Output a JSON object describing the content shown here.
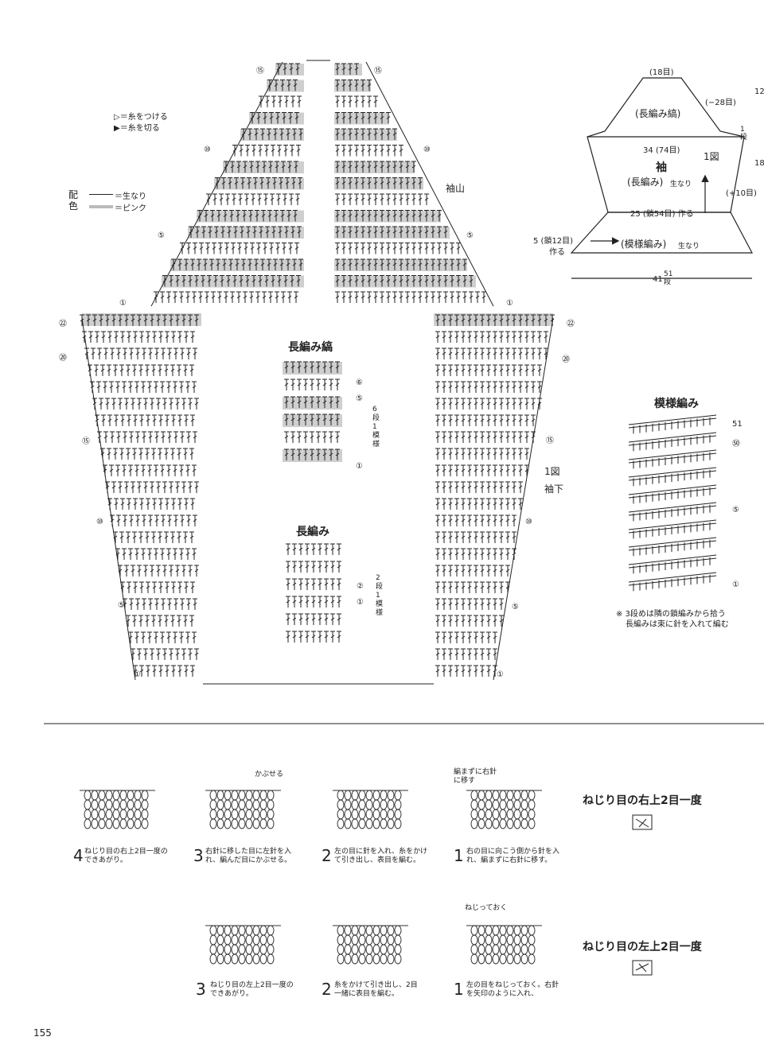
{
  "legend": {
    "attach": "▷＝糸をつける",
    "cut": "▶＝糸を切る",
    "color_label": "配色",
    "natural": "＝生なり",
    "pink": "＝ピンク"
  },
  "chart": {
    "sleeve_cap": "袖山",
    "fig": "1図",
    "underarm": "袖下",
    "rows": {
      "r1": "①",
      "r5": "⑤",
      "r10": "⑩",
      "r15": "⑮",
      "r20": "⑳",
      "r22": "㉒"
    }
  },
  "stripe_pattern": {
    "title": "長編み縞",
    "repeat": "6段1模様",
    "rows": {
      "r1": "①",
      "r5": "⑤",
      "r6": "⑥"
    }
  },
  "dc_pattern": {
    "title": "長編み",
    "repeat": "2段1模様",
    "rows": {
      "r1": "①",
      "r2": "②"
    }
  },
  "pattern_st": {
    "title": "模様編み",
    "rows": {
      "r1": "①",
      "r5": "⑤",
      "r50": "㊿",
      "r51": "51"
    },
    "note1": "※ 3段めは隣の鎖編みから拾う",
    "note2": "長編みは束に針を入れて編む"
  },
  "schematic": {
    "top_count": "(18目)",
    "stripe": "(長編み縞)",
    "dec": "(−28目)",
    "side_top": "1段",
    "width_34": "34 (74目)",
    "sleeve": "袖",
    "fig": "1図",
    "dc": "(長編み)",
    "natural": "生なり",
    "inc": "(+10目)",
    "width_25": "25 (鎖54目) 作る",
    "cuff_left": "5 (鎖12目)",
    "cuff_left2": "作る",
    "cuff": "(模様編み)",
    "cuff_color": "生なり",
    "total": "41",
    "total_rows": "51段",
    "right_12": "12",
    "right_18": "18"
  },
  "techniques": {
    "right_title": "ねじり目の右上2目一度",
    "left_title": "ねじり目の左上2目一度",
    "r_step4_num": "4",
    "r_step4": "ねじり目の右上2目一度のできあがり。",
    "r_step3_num": "3",
    "r_step3": "右針に移した目に左針を入れ、編んだ目にかぶせる。",
    "r_step3_label": "かぶせる",
    "r_step2_num": "2",
    "r_step2": "左の目に針を入れ、糸をかけて引き出し、表目を編む。",
    "r_step1_num": "1",
    "r_step1": "右の目に向こう側から針を入れ、編まずに右針に移す。",
    "r_step1_label": "編まずに右針に移す",
    "l_step3_num": "3",
    "l_step3": "ねじり目の左上2目一度のできあがり。",
    "l_step2_num": "2",
    "l_step2": "糸をかけて引き出し、2目一緒に表目を編む。",
    "l_step1_num": "1",
    "l_step1": "左の目をねじっておく。右針を矢印のように入れ、",
    "l_step1_label": "ねじっておく"
  },
  "page_number": "155"
}
